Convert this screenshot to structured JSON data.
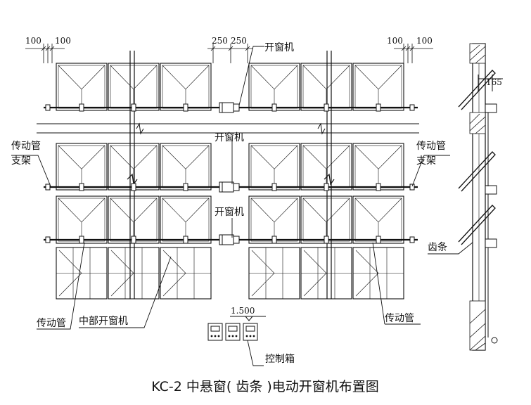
{
  "title": "KC-2 中悬窗( 齿条 )电动开窗机布置图",
  "labels": {
    "opener_top": "开窗机",
    "opener_mid1": "开窗机",
    "opener_mid2": "开窗机",
    "tube_bracket_left_l1": "传动管",
    "tube_bracket_left_l2": "支架",
    "tube_bracket_right_l1": "传动管",
    "tube_bracket_right_l2": "支架",
    "drive_tube_left": "传动管",
    "mid_opener": "中部开窗机",
    "drive_tube_right": "传动管",
    "control_box": "控制箱",
    "rack": "齿条",
    "elevation": "1.500"
  },
  "dimensions": {
    "left_a": "100",
    "left_b": "100",
    "mid_a": "250",
    "mid_b": "250",
    "right_a": "100",
    "right_b": "100",
    "section": "165"
  }
}
